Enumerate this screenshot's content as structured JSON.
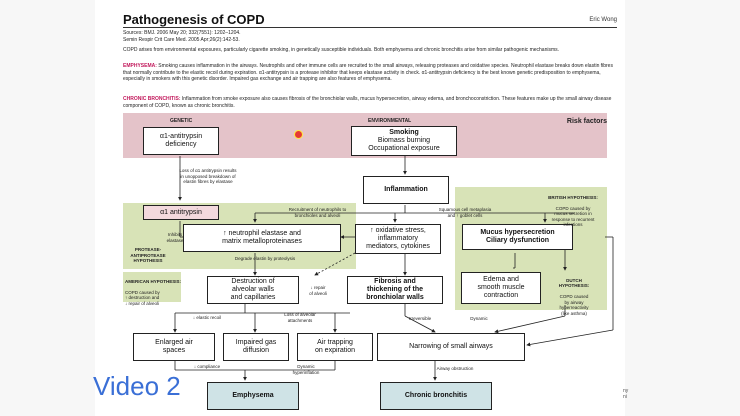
{
  "doc": {
    "title": "Pathogenesis of COPD",
    "author": "Eric Wong",
    "sources_line1": "Sources: BMJ. 2006 May 20; 332(7551): 1202–1204.",
    "sources_line2": "Semin Respir Crit Care Med. 2005 Apr;26(2):142-53.",
    "intro": "COPD arises from environmental exposures, particularly cigarette smoking, in genetically susceptible individuals. Both emphysema and chronic bronchitis arise from similar pathogenic mechanisms.",
    "emph_label": "EMPHYSEMA:",
    "emph_text": "Smoking causes inflammation in the airways. Neutrophils and other immune cells are recruited to the small airways, releasing proteases and oxidative species. Neutrophil elastase breaks down elastin fibres that normally contribute to the elastic recoil during expiration. α1-antitrypsin is a protease inhibitor that keeps elastase activity in check. α1-antitrypsin deficiency is the best known genetic predisposition to emphysema, especially in smokers with this genetic disorder. Impaired gas exchange and air trapping are also features of emphysema.",
    "cb_label": "CHRONIC BRONCHITIS:",
    "cb_text": "Inflammation from smoke exposure also causes fibrosis of the bronchiolar walls, mucus hypersecretion, airway edema, and bronchoconstriction. These features make up the small airway disease component of COPD, known as chronic bronchitis."
  },
  "diagram": {
    "risk_factors": "Risk factors",
    "genetic": "GENETIC",
    "environmental": "ENVIRONMENTAL",
    "a1at_deficiency": "α1-antitrypsin\ndeficiency",
    "smoking_title": "Smoking",
    "smoking_rest": "Biomass burning\nOccupational exposure",
    "loss_a1at": "Loss of α1 antitrypsin results\nin unopposed breakdown of\nelastin fibres by elastase",
    "inflammation": "Inflammation",
    "a1at": "α1 antitrypsin",
    "inhibits": "Inhibits\nelastase",
    "protease_hyp": "PROTEASE-\nANTIPROTEASE\nHYPOTHESIS",
    "recruitment": "Recruitment of neutrophils to\nbronchioles and alveoli",
    "squamous": "Squamous cell metaplasia\nand ↑ goblet cells",
    "neutrophil": "↑ neutrophil elastase and\nmatrix metalloproteinases",
    "oxidative": "↑ oxidative stress,\ninflammatory\nmediators, cytokines",
    "mucus": "Mucus hypersecretion\nCiliary dysfunction",
    "british_hdr": "BRITISH HYPOTHESIS:",
    "british": "COPD caused by\nmucus secretion in\nresponse to recurrent\ninfections",
    "degrade": "Degrade elastin by proteolysis",
    "american_hdr": "AMERICAN HYPOTHESIS:",
    "american": "COPD caused by\n↑ destruction and\n↓ repair of alveoli",
    "destruction": "Destruction of\nalveolar walls\nand capillaries",
    "repair": "↓ repair\nof alveoli",
    "fibrosis": "Fibrosis and\nthickening of the\nbronchiolar walls",
    "edema": "Edema and\nsmooth muscle\ncontraction",
    "dutch_hdr": "DUTCH\nHYPOTHESIS:",
    "dutch": "COPD caused\nby airway\nhyperreactivity\n(like asthma)",
    "elastic_recoil": "↓ elastic recoil",
    "loss_attach": "Loss of alveolar\nattachments",
    "irreversible": "Irreversible",
    "dynamic": "Dynamic",
    "enlarged": "Enlarged air\nspaces",
    "impaired": "Impaired gas\ndiffusion",
    "air_trapping": "Air trapping\non expiration",
    "narrowing": "Narrowing of small airways",
    "compliance": "↓ compliance",
    "dyn_hyper": "Dynamic\nhyperinflation",
    "obstruction": "Airway obstruction",
    "emphysema": "Emphysema",
    "chronic_bronchitis": "Chronic bronchitis"
  },
  "overlay": {
    "video_label": "Video 2",
    "corner_text": "ny\nni"
  },
  "colors": {
    "risk_band": "#e4c3c9",
    "hypothesis_green": "#d8e3b7",
    "outcome_teal": "#cfe3e6",
    "label_magenta": "#c2185b",
    "video_blue": "#3a6fd6"
  }
}
